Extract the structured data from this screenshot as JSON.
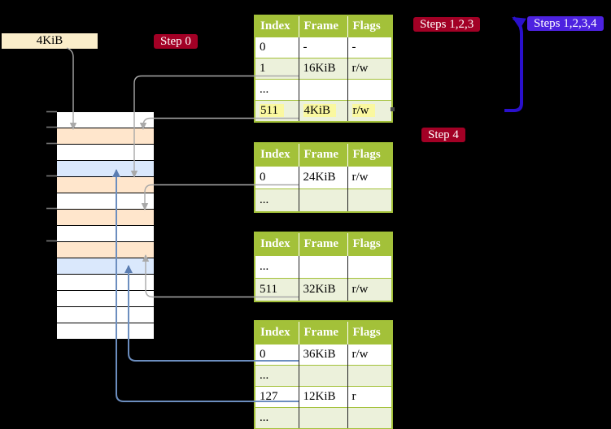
{
  "labels": {
    "page_size_tag": "4KiB",
    "step0_badge": "Step 0",
    "steps123_badge": "Steps 1,2,3",
    "steps1234_badge": "Steps 1,2,3,4",
    "step4_badge": "Step 4"
  },
  "colors": {
    "badge_red": "#A20025",
    "badge_blue": "#4D22E0",
    "table_green": "#A3C139",
    "table_row_tint": "#ECF1DB",
    "row_highlight_yellow": "#FAF8A0",
    "frame_peach": "#FFE6CC",
    "frame_blue": "#DAE8FC",
    "label_beige": "#FAEDCA",
    "connector_gray": "#A9A9A9",
    "connector_steel_blue": "#6C8EBF",
    "loop_arrow_blue": "#2A10CC",
    "memory_row_white": "#FFFFFF"
  },
  "page_tables": [
    {
      "headers": [
        "Index",
        "Frame",
        "Flags"
      ],
      "rows": [
        {
          "cells": [
            "0",
            "-",
            "-"
          ],
          "tint": false,
          "highlight": false
        },
        {
          "cells": [
            "1",
            "16KiB",
            "r/w"
          ],
          "tint": true,
          "highlight": false
        },
        {
          "cells": [
            "...",
            "",
            ""
          ],
          "tint": false,
          "highlight": false
        },
        {
          "cells": [
            "511",
            "4KiB",
            "r/w"
          ],
          "tint": true,
          "highlight": true
        }
      ]
    },
    {
      "headers": [
        "Index",
        "Frame",
        "Flags"
      ],
      "rows": [
        {
          "cells": [
            "0",
            "24KiB",
            "r/w"
          ],
          "tint": false,
          "highlight": false
        },
        {
          "cells": [
            "...",
            "",
            ""
          ],
          "tint": true,
          "highlight": false
        }
      ]
    },
    {
      "headers": [
        "Index",
        "Frame",
        "Flags"
      ],
      "rows": [
        {
          "cells": [
            "...",
            "",
            ""
          ],
          "tint": false,
          "highlight": false
        },
        {
          "cells": [
            "511",
            "32KiB",
            "r/w"
          ],
          "tint": true,
          "highlight": false
        }
      ]
    },
    {
      "headers": [
        "Index",
        "Frame",
        "Flags"
      ],
      "rows": [
        {
          "cells": [
            "0",
            "36KiB",
            "r/w"
          ],
          "tint": false,
          "highlight": false
        },
        {
          "cells": [
            "...",
            "",
            ""
          ],
          "tint": true,
          "highlight": false
        },
        {
          "cells": [
            "127",
            "12KiB",
            "r"
          ],
          "tint": false,
          "highlight": false
        },
        {
          "cells": [
            "...",
            "",
            ""
          ],
          "tint": true,
          "highlight": false
        }
      ]
    }
  ],
  "memory_column": {
    "rows": [
      "white",
      "peach",
      "white",
      "blue",
      "peach",
      "white",
      "peach",
      "white",
      "peach",
      "blue",
      "white",
      "white",
      "white",
      "white"
    ]
  }
}
